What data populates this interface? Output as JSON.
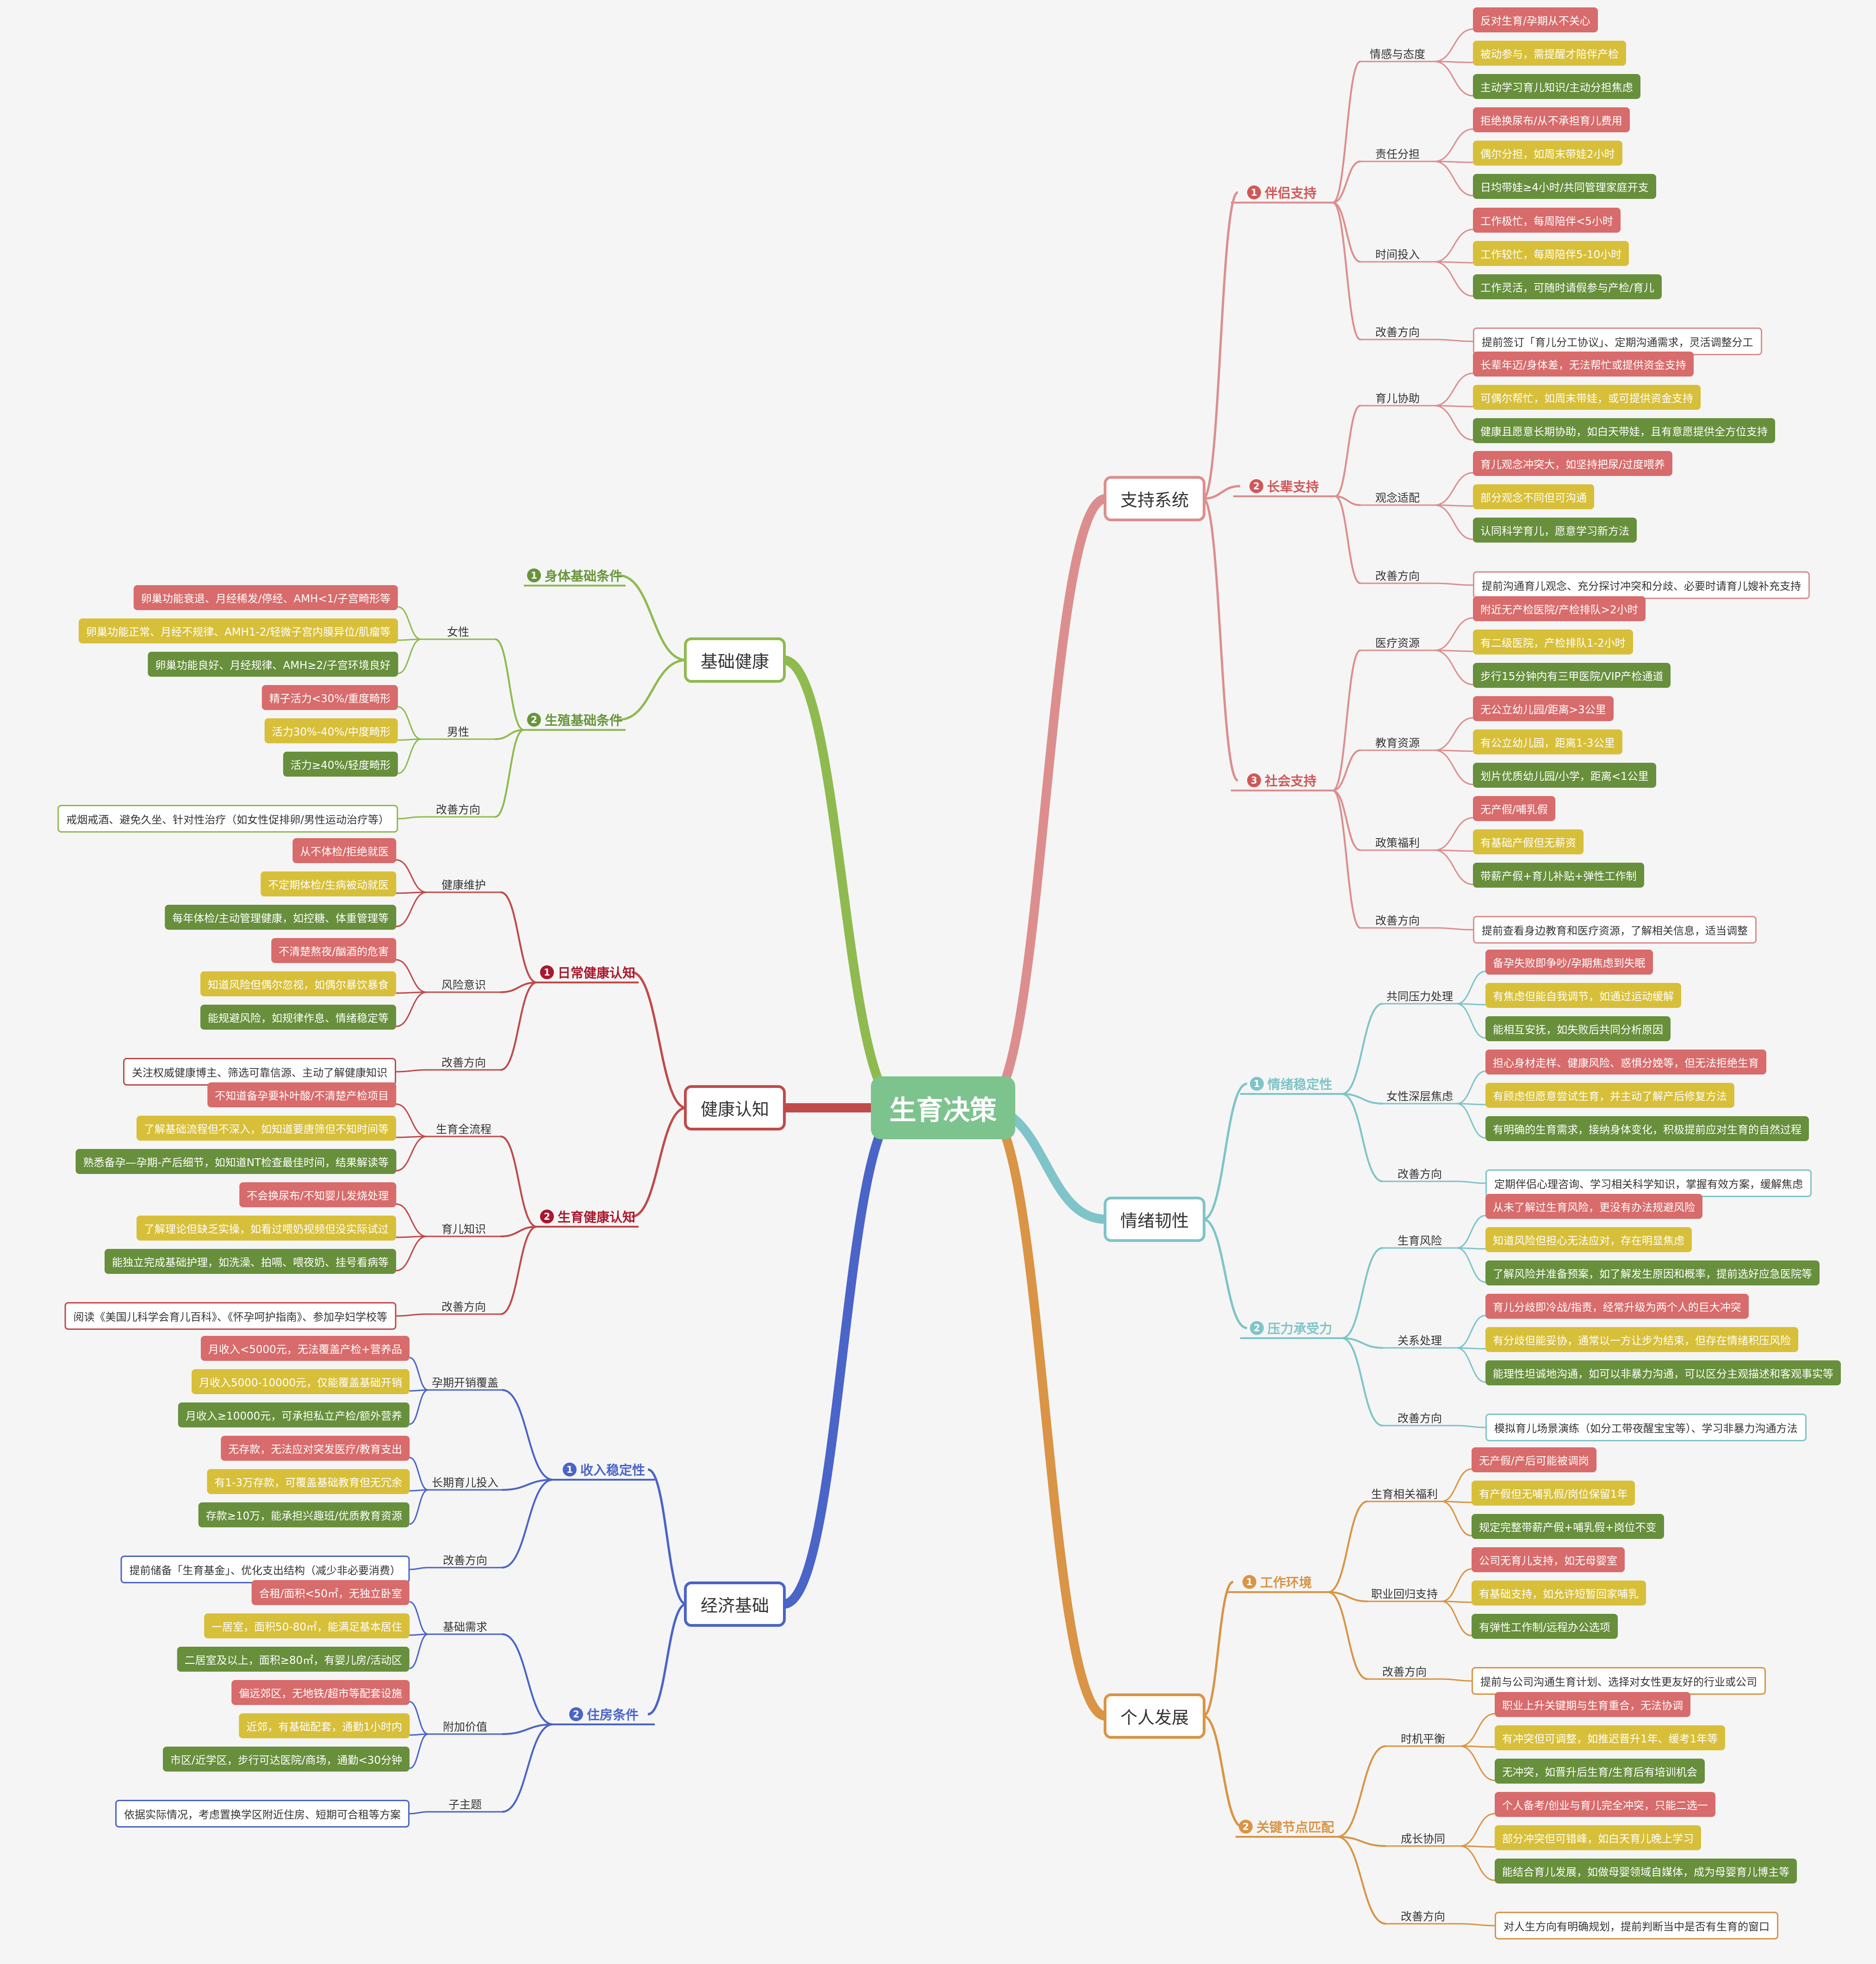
{
  "root": "生育决策",
  "branches": [
    {
      "id": "support",
      "label": "支持系统",
      "side": "right",
      "color": "#dc8e8e",
      "subs": [
        {
          "num": "1",
          "label": "伴侣支持",
          "color": "#d05757",
          "cats": [
            {
              "label": "情感与态度",
              "leaves": [
                "反对生育/孕期从不关心",
                "被动参与，需提醒才陪伴产检",
                "主动学习育儿知识/主动分担焦虑"
              ]
            },
            {
              "label": "责任分担",
              "leaves": [
                "拒绝换尿布/从不承担育儿费用",
                "偶尔分担，如周末带娃2小时",
                "日均带娃≥4小时/共同管理家庭开支"
              ]
            },
            {
              "label": "时间投入",
              "leaves": [
                "工作极忙，每周陪伴<5小时",
                "工作较忙，每周陪伴5-10小时",
                "工作灵活，可随时请假参与产检/育儿"
              ]
            },
            {
              "label": "改善方向",
              "improve": "提前签订「育儿分工协议」、定期沟通需求，灵活调整分工"
            }
          ]
        },
        {
          "num": "2",
          "label": "长辈支持",
          "color": "#d05757",
          "cats": [
            {
              "label": "育儿协助",
              "leaves": [
                "长辈年迈/身体差，无法帮忙或提供资金支持",
                "可偶尔帮忙，如周末带娃，或可提供资金支持",
                "健康且愿意长期协助，如白天带娃，且有意愿提供全方位支持"
              ]
            },
            {
              "label": "观念适配",
              "leaves": [
                "育儿观念冲突大，如坚持把尿/过度喂养",
                "部分观念不同但可沟通",
                "认同科学育儿，愿意学习新方法"
              ]
            },
            {
              "label": "改善方向",
              "improve": "提前沟通育儿观念、充分探讨冲突和分歧、必要时请育儿嫂补充支持"
            }
          ]
        },
        {
          "num": "3",
          "label": "社会支持",
          "color": "#d05757",
          "cats": [
            {
              "label": "医疗资源",
              "leaves": [
                "附近无产检医院/产检排队>2小时",
                "有二级医院，产检排队1-2小时",
                "步行15分钟内有三甲医院/VIP产检通道"
              ]
            },
            {
              "label": "教育资源",
              "leaves": [
                "无公立幼儿园/距离>3公里",
                "有公立幼儿园，距离1-3公里",
                "划片优质幼儿园/小学，距离<1公里"
              ]
            },
            {
              "label": "政策福利",
              "leaves": [
                "无产假/哺乳假",
                "有基础产假但无薪资",
                "带薪产假+育儿补贴+弹性工作制"
              ]
            },
            {
              "label": "改善方向",
              "improve": "提前查看身边教育和医疗资源，了解相关信息，适当调整"
            }
          ]
        }
      ]
    },
    {
      "id": "emotion",
      "label": "情绪韧性",
      "side": "right",
      "color": "#7fc4c8",
      "subs": [
        {
          "num": "1",
          "label": "情绪稳定性",
          "color": "#7fc4c8",
          "cats": [
            {
              "label": "共同压力处理",
              "leaves": [
                "备孕失败即争吵/孕期焦虑到失眠",
                "有焦虑但能自我调节，如通过运动缓解",
                "能相互安抚，如失败后共同分析原因"
              ]
            },
            {
              "label": "女性深层焦虑",
              "leaves": [
                "担心身材走样、健康风险、惑惧分娩等，但无法拒绝生育",
                "有顾虑但愿意尝试生育，并主动了解产后修复方法",
                "有明确的生育需求，接纳身体变化，积极提前应对生育的自然过程"
              ]
            },
            {
              "label": "改善方向",
              "improve": "定期伴侣心理咨询、学习相关科学知识，掌握有效方案，缓解焦虑"
            }
          ]
        },
        {
          "num": "2",
          "label": "压力承受力",
          "color": "#7fc4c8",
          "cats": [
            {
              "label": "生育风险",
              "leaves": [
                "从未了解过生育风险，更没有办法规避风险",
                "知道风险但担心无法应对，存在明显焦虑",
                "了解风险并准备预案，如了解发生原因和概率，提前选好应急医院等"
              ]
            },
            {
              "label": "关系处理",
              "leaves": [
                "育儿分歧即冷战/指责，经常升级为两个人的巨大冲突",
                "有分歧但能妥协，通常以一方让步为结束，但存在情绪积压风险",
                "能理性坦诚地沟通，如可以非暴力沟通，可以区分主观描述和客观事实等"
              ]
            },
            {
              "label": "改善方向",
              "improve": "模拟育儿场景演练（如分工带夜醒宝宝等）、学习非暴力沟通方法"
            }
          ]
        }
      ]
    },
    {
      "id": "personal",
      "label": "个人发展",
      "side": "right",
      "color": "#d99445",
      "subs": [
        {
          "num": "1",
          "label": "工作环境",
          "color": "#d99445",
          "cats": [
            {
              "label": "生育相关福利",
              "leaves": [
                "无产假/产后可能被调岗",
                "有产假但无哺乳假/岗位保留1年",
                "规定完整带薪产假+哺乳假+岗位不变"
              ]
            },
            {
              "label": "职业回归支持",
              "leaves": [
                "公司无育儿支持，如无母婴室",
                "有基础支持，如允许短暂回家哺乳",
                "有弹性工作制/远程办公选项"
              ]
            },
            {
              "label": "改善方向",
              "improve": "提前与公司沟通生育计划、选择对女性更友好的行业或公司"
            }
          ]
        },
        {
          "num": "2",
          "label": "关键节点匹配",
          "color": "#d99445",
          "cats": [
            {
              "label": "时机平衡",
              "leaves": [
                "职业上升关键期与生育重合，无法协调",
                "有冲突但可调整，如推迟晋升1年、缓考1年等",
                "无冲突，如晋升后生育/生育后有培训机会"
              ]
            },
            {
              "label": "成长协同",
              "leaves": [
                "个人备考/创业与育儿完全冲突，只能二选一",
                "部分冲突但可错峰，如白天育儿晚上学习",
                "能结合育儿发展，如做母婴领域自媒体，成为母婴育儿博主等"
              ]
            },
            {
              "label": "改善方向",
              "improve": "对人生方向有明确规划，提前判断当中是否有生育的窗口"
            }
          ]
        }
      ]
    },
    {
      "id": "health",
      "label": "基础健康",
      "side": "left",
      "color": "#8fba4f",
      "subs": [
        {
          "num": "1",
          "label": "身体基础条件",
          "color": "#67953a",
          "cats": []
        },
        {
          "num": "2",
          "label": "生殖基础条件",
          "color": "#67953a",
          "cats": [
            {
              "label": "女性",
              "leaves": [
                "卵巢功能衰退、月经稀发/停经、AMH<1/子宫畸形等",
                "卵巢功能正常、月经不规律、AMH1-2/轻微子宫内膜异位/肌瘤等",
                "卵巢功能良好、月经规律、AMH≥2/子宫环境良好"
              ]
            },
            {
              "label": "男性",
              "leaves": [
                "精子活力<30%/重度畸形",
                "活力30%-40%/中度畸形",
                "活力≥40%/轻度畸形"
              ]
            },
            {
              "label": "改善方向",
              "improve": "戒烟戒酒、避免久坐、针对性治疗（如女性促排卵/男性运动治疗等）"
            }
          ]
        }
      ]
    },
    {
      "id": "cognition",
      "label": "健康认知",
      "side": "left",
      "color": "#c04a4a",
      "subs": [
        {
          "num": "1",
          "label": "日常健康认知",
          "color": "#a8182e",
          "cats": [
            {
              "label": "健康维护",
              "leaves": [
                "从不体检/拒绝就医",
                "不定期体检/生病被动就医",
                "每年体检/主动管理健康，如控糖、体重管理等"
              ]
            },
            {
              "label": "风险意识",
              "leaves": [
                "不清楚熬夜/酗酒的危害",
                "知道风险但偶尔忽视，如偶尔暴饮暴食",
                "能规避风险，如规律作息、情绪稳定等"
              ]
            },
            {
              "label": "改善方向",
              "improve": "关注权威健康博主、筛选可靠信源、主动了解健康知识"
            }
          ]
        },
        {
          "num": "2",
          "label": "生育健康认知",
          "color": "#a8182e",
          "cats": [
            {
              "label": "生育全流程",
              "leaves": [
                "不知道备孕要补叶酸/不清楚产检项目",
                "了解基础流程但不深入，如知道要唐筛但不知时间等",
                "熟悉备孕—孕期-产后细节，如知道NT检查最佳时间，结果解读等"
              ]
            },
            {
              "label": "育儿知识",
              "leaves": [
                "不会换尿布/不知婴儿发烧处理",
                "了解理论但缺乏实操，如看过喂奶视频但没实际试过",
                "能独立完成基础护理，如洗澡、拍嗝、喂夜奶、挂号看病等"
              ]
            },
            {
              "label": "改善方向",
              "improve": "阅读《美国儿科学会育儿百科》、《怀孕呵护指南》、参加孕妇学校等"
            }
          ]
        }
      ]
    },
    {
      "id": "economy",
      "label": "经济基础",
      "side": "left",
      "color": "#4a64c8",
      "subs": [
        {
          "num": "1",
          "label": "收入稳定性",
          "color": "#4a64c8",
          "cats": [
            {
              "label": "孕期开销覆盖",
              "leaves": [
                "月收入<5000元，无法覆盖产检+营养品",
                "月收入5000-10000元，仅能覆盖基础开销",
                "月收入≥10000元，可承担私立产检/额外营养"
              ]
            },
            {
              "label": "长期育儿投入",
              "leaves": [
                "无存款，无法应对突发医疗/教育支出",
                "有1-3万存款，可覆盖基础教育但无冗余",
                "存款≥10万，能承担兴趣班/优质教育资源"
              ]
            },
            {
              "label": "改善方向",
              "improve": "提前储备「生育基金」、优化支出结构（减少非必要消费）"
            }
          ]
        },
        {
          "num": "2",
          "label": "住房条件",
          "color": "#4a64c8",
          "cats": [
            {
              "label": "基础需求",
              "leaves": [
                "合租/面积<50㎡，无独立卧室",
                "一居室，面积50-80㎡，能满足基本居住",
                "二居室及以上，面积≥80㎡，有婴儿房/活动区"
              ]
            },
            {
              "label": "附加价值",
              "leaves": [
                "偏远郊区，无地铁/超市等配套设施",
                "近郊，有基础配套，通勤1小时内",
                "市区/近学区，步行可达医院/商场，通勤<30分钟"
              ]
            },
            {
              "label": "子主题",
              "improve": "依据实际情况，考虑置换学区附近住房、短期可合租等方案"
            }
          ]
        }
      ]
    }
  ]
}
